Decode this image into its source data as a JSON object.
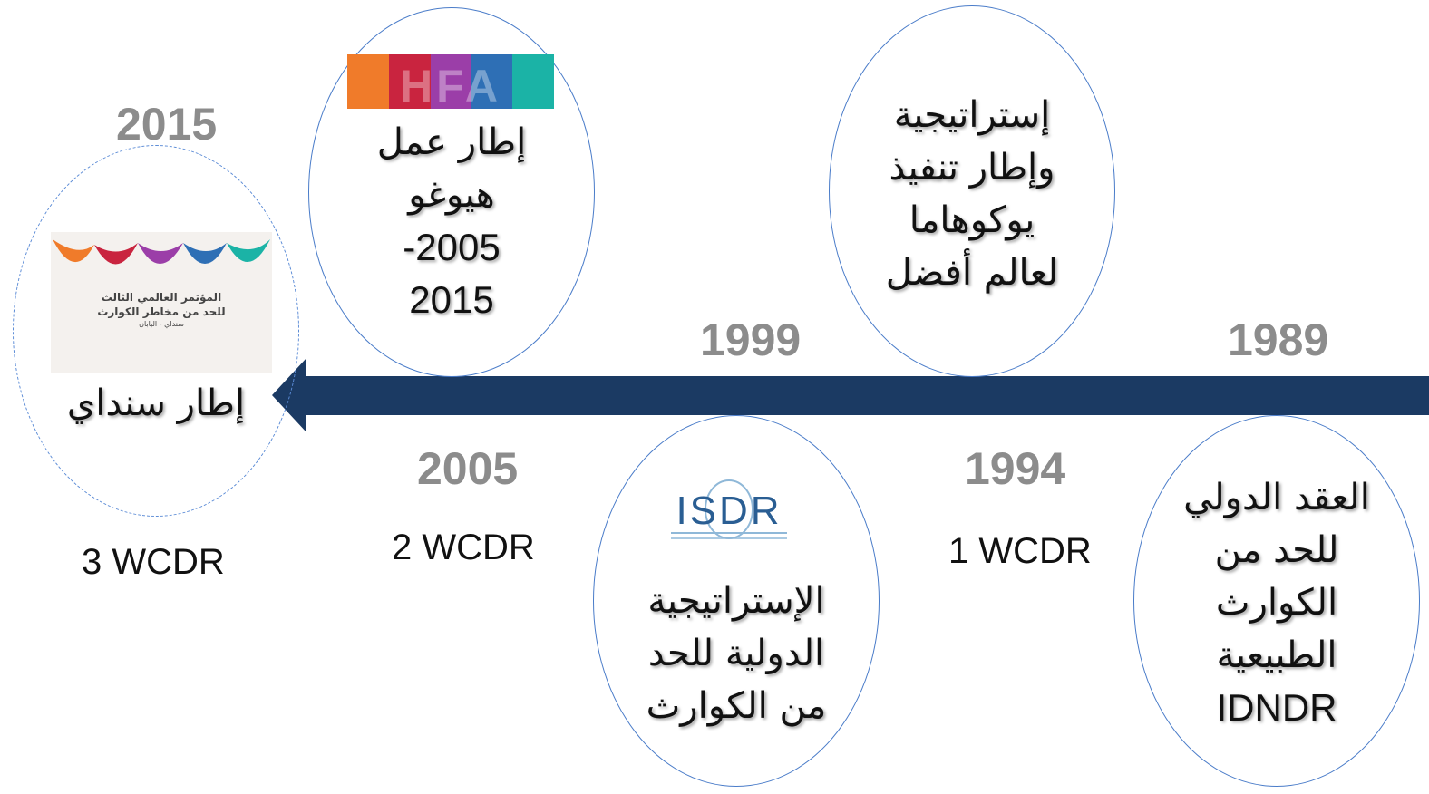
{
  "years": {
    "y2015": "2015",
    "y1999": "1999",
    "y1989": "1989",
    "y2005": "2005",
    "y1994": "1994"
  },
  "conferences": {
    "wcdr3": "3 WCDR",
    "wcdr2": "2 WCDR",
    "wcdr1": "1 WCDR"
  },
  "sendai": {
    "label": "إطار سنداي",
    "logo_line1": "المؤتمر العالمي الثالث",
    "logo_line2": "للحد من مخاطر الكوارث",
    "logo_line3": "سنداي - اليابان"
  },
  "hyogo": {
    "logo_text": "HFA",
    "lines": [
      "إطار عمل",
      "هيوغو",
      "-2005",
      "2015"
    ]
  },
  "yokohama": {
    "lines": [
      "إستراتيجية",
      "وإطار تنفيذ",
      "يوكوهاما",
      "لعالم أفضل"
    ]
  },
  "isdr": {
    "logo_text": "ISDR",
    "lines": [
      "الإستراتيجية",
      "الدولية للحد",
      "من الكوارث"
    ]
  },
  "idndr": {
    "lines": [
      "العقد الدولي",
      "للحد من",
      "الكوارث",
      "الطبيعية",
      "IDNDR"
    ]
  },
  "colors": {
    "arrow": "#1b3a63",
    "year_gray": "#8c8c8c",
    "circle_border": "#4a7cc9",
    "sendai_orange": "#f07b2a",
    "sendai_red": "#c9243f",
    "sendai_purple": "#9b3ea8",
    "sendai_blue": "#2e6fb5",
    "sendai_teal": "#1bb3a6"
  }
}
